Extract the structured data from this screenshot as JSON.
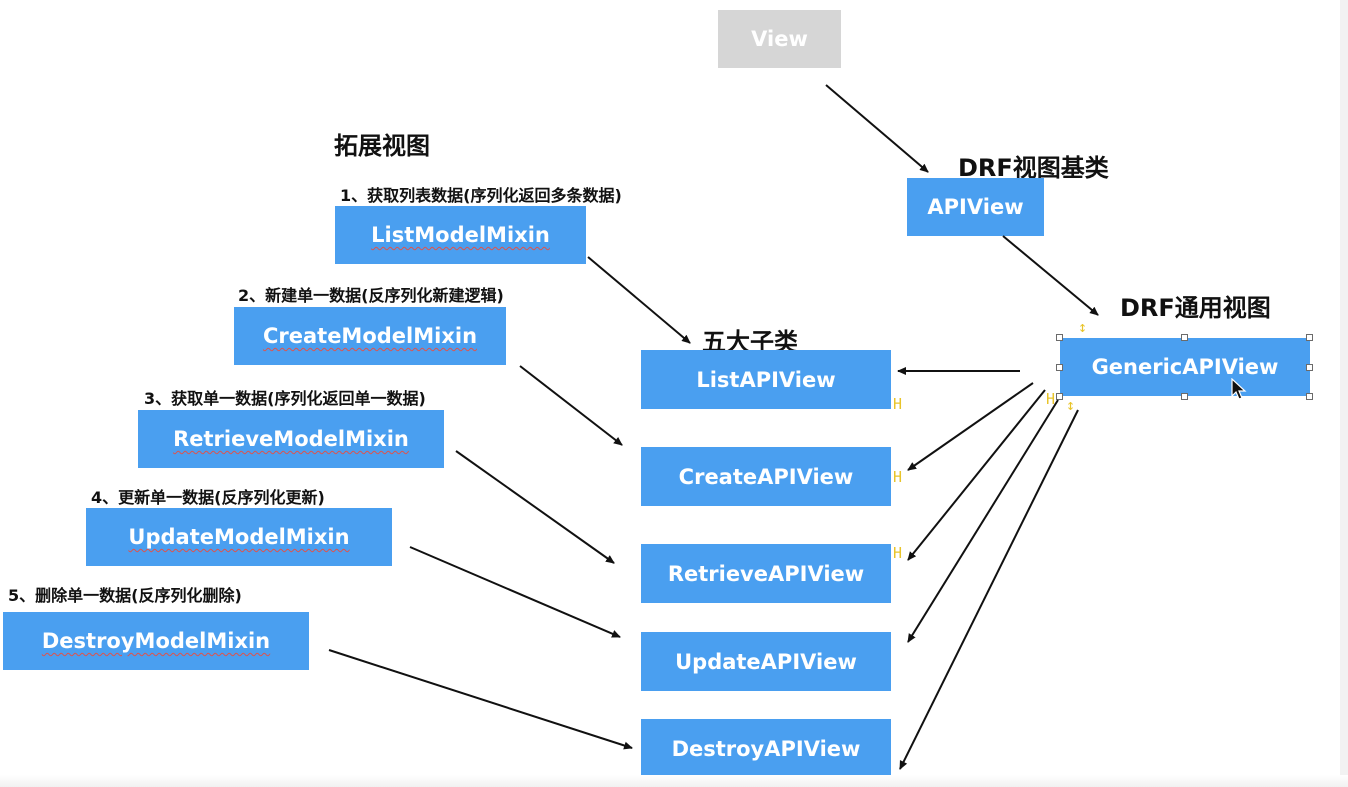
{
  "colors": {
    "box_fill": "#4a9ff0",
    "root_fill": "#d6d6d6",
    "text_on_box": "#ffffff",
    "arrow": "#111111",
    "spellcheck_underline": "#e0524a",
    "guide": "#e8c42a"
  },
  "root": {
    "label": "View"
  },
  "base": {
    "heading": "DRF视图基类",
    "label": "APIView"
  },
  "generic": {
    "heading": "DRF通用视图",
    "label": "GenericAPIView"
  },
  "extensions": {
    "heading": "拓展视图",
    "items": [
      {
        "caption": "1、获取列表数据(序列化返回多条数据)",
        "label": "ListModelMixin"
      },
      {
        "caption": "2、新建单一数据(反序列化新建逻辑)",
        "label": "CreateModelMixin"
      },
      {
        "caption": "3、获取单一数据(序列化返回单一数据)",
        "label": "RetrieveModelMixin"
      },
      {
        "caption": "4、更新单一数据(反序列化更新)",
        "label": "UpdateModelMixin"
      },
      {
        "caption": "5、删除单一数据(反序列化删除)",
        "label": "DestroyModelMixin"
      }
    ]
  },
  "subclasses": {
    "heading": "五大子类",
    "items": [
      {
        "label": "ListAPIView"
      },
      {
        "label": "CreateAPIView"
      },
      {
        "label": "RetrieveAPIView"
      },
      {
        "label": "UpdateAPIView"
      },
      {
        "label": "DestroyAPIView"
      }
    ]
  },
  "icons": [
    "mouse-cursor-icon",
    "resize-handle-icon",
    "spacing-guide-icon"
  ]
}
